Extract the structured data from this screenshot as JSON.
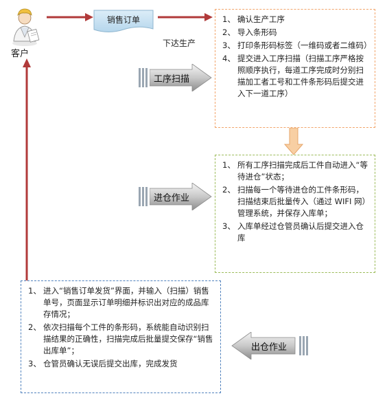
{
  "customer": {
    "label": "客户",
    "icon": "customer-person-icon"
  },
  "order": {
    "label": "销售订单",
    "icon": "document-icon"
  },
  "dispatch_label": "下达生产",
  "stages": {
    "process_scan": "工序扫描",
    "warehouse_in": "进仓作业",
    "warehouse_out": "出仓作业"
  },
  "box1": {
    "steps": [
      {
        "num": "1、",
        "text": "确认生产工序"
      },
      {
        "num": "2、",
        "text": "导入条形码"
      },
      {
        "num": "3、",
        "text": "打印条形码标签（一维码或者二维码）"
      },
      {
        "num": "4、",
        "text": "提交进入工序扫描（扫描工序严格按照顺序执行，每道工序完成时分别扫描加工者工号和工件条形码后提交进入下一道工序）"
      }
    ]
  },
  "box2": {
    "steps": [
      {
        "num": "1、",
        "text": "所有工序扫描完成后工件自动进入“等待进仓”状态；"
      },
      {
        "num": "2、",
        "text": "扫描每一个等待进仓的工件条形码，扫描结束后批量传入（通过 WIFI 网）管理系统，并保存入库单；"
      },
      {
        "num": "3、",
        "text": "入库单经过仓管员确认后提交进入仓库"
      }
    ]
  },
  "box3": {
    "steps": [
      {
        "num": "1、",
        "text": "进入“销售订单发货”界面，并输入（扫描）销售单号，页面显示订单明细并标识出对应的成品库存情况；"
      },
      {
        "num": "2、",
        "text": "依次扫描每个工件的条形码，系统能自动识别扫描结果的正确性，扫描完成后批量提交保存“销售出库单”；"
      },
      {
        "num": "3、",
        "text": "仓管员确认无误后提交出库，完成发货"
      }
    ]
  },
  "colors": {
    "arrow_red": "#b13a3a",
    "box1_border": "#f2a46a",
    "box2_border": "#9bbb59",
    "box3_border": "#4f81bd",
    "doc_fill": "#c8e3f2",
    "down_arrow": "#f8cfa3"
  }
}
